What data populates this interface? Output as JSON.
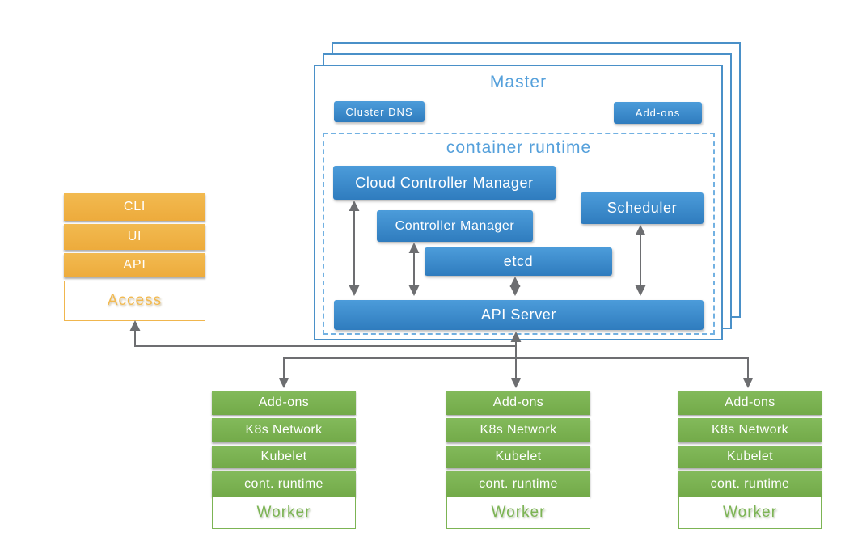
{
  "colors": {
    "component_blue": "#3e8ccd",
    "accent_light_blue": "#55a0db",
    "access_orange": "#efb347",
    "worker_green": "#7cb454",
    "arrow_gray": "#6d6e71"
  },
  "master": {
    "title": "Master",
    "cluster_dns_label": "Cluster DNS",
    "addons_label": "Add-ons",
    "container_runtime": {
      "title": "container runtime",
      "cloud_controller_manager": "Cloud Controller Manager",
      "controller_manager": "Controller Manager",
      "scheduler": "Scheduler",
      "etcd": "etcd",
      "api_server": "API Server"
    }
  },
  "access_stack": {
    "items": [
      "CLI",
      "UI",
      "API"
    ],
    "label": "Access"
  },
  "workers": [
    {
      "rows": [
        "Add-ons",
        "K8s Network",
        "Kubelet",
        "cont. runtime"
      ],
      "label": "Worker"
    },
    {
      "rows": [
        "Add-ons",
        "K8s Network",
        "Kubelet",
        "cont. runtime"
      ],
      "label": "Worker"
    },
    {
      "rows": [
        "Add-ons",
        "K8s Network",
        "Kubelet",
        "cont. runtime"
      ],
      "label": "Worker"
    }
  ]
}
